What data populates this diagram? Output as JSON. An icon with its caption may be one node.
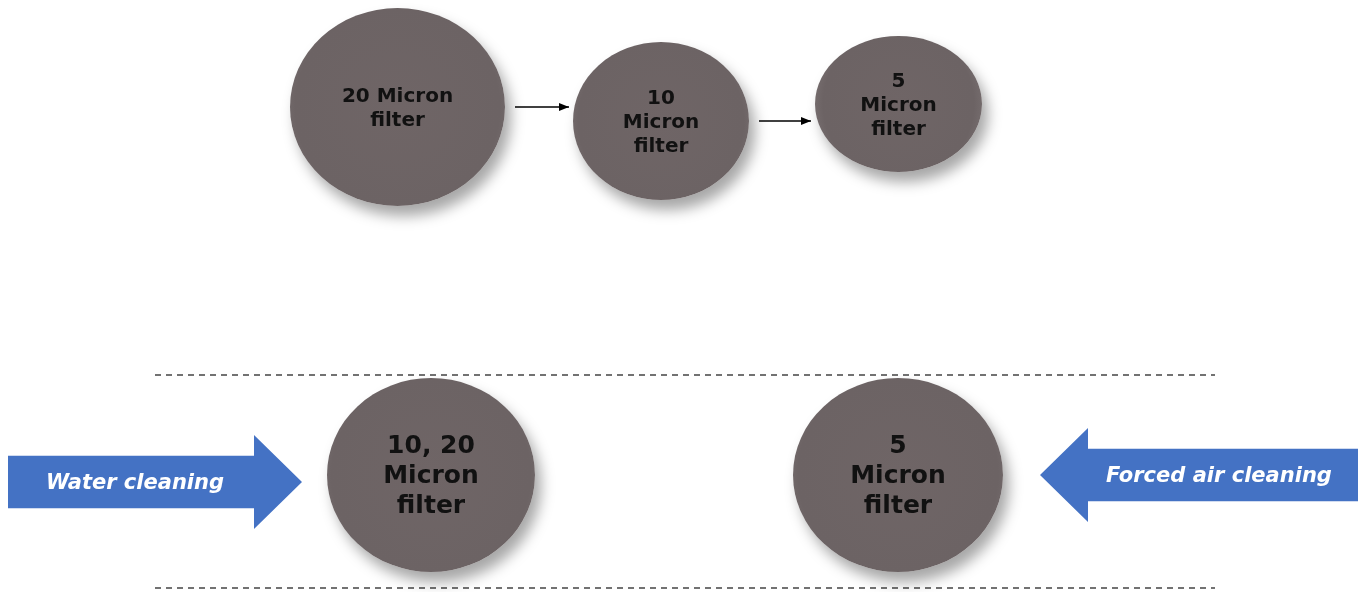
{
  "diagram": {
    "nodes": [
      {
        "text": [
          "20 Micron filter"
        ]
      },
      {
        "text": [
          "10 Micron filter"
        ]
      },
      {
        "text": [
          "5 Micron filter"
        ]
      },
      {
        "text": [
          "10, 20 Micron filter"
        ]
      },
      {
        "text": [
          "5 Micron filter"
        ]
      },
      {
        "text": [
          "Water cleaning"
        ]
      },
      {
        "text": [
          "Forced air cleaning"
        ]
      }
    ],
    "edges": [
      {
        "from": 0,
        "to": 1,
        "arrow": "to"
      },
      {
        "from": 1,
        "to": 2,
        "arrow": "to"
      }
    ]
  }
}
